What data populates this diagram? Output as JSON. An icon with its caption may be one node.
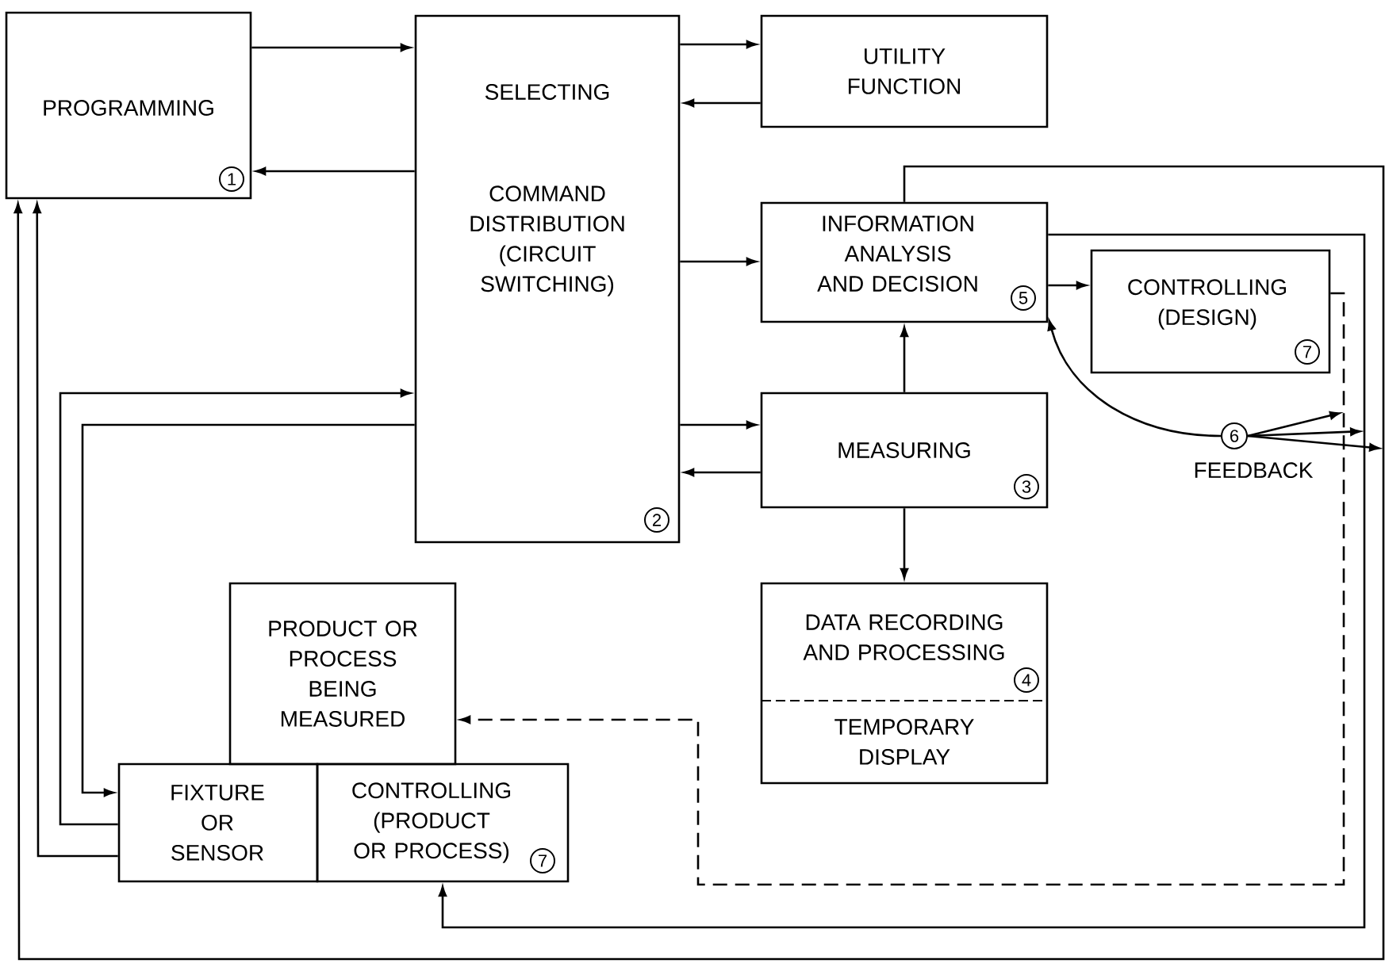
{
  "diagram": {
    "nodes": [
      {
        "text": [
          "PROGRAMMING",
          "1"
        ]
      },
      {
        "text": [
          "SELECTING",
          "COMMAND DISTRIBUTION (CIRCUIT SWITCHING)",
          "2"
        ]
      },
      {
        "text": [
          "UTILITY FUNCTION"
        ]
      },
      {
        "text": [
          "INFORMATION ANALYSIS AND DECISION",
          "5"
        ]
      },
      {
        "text": [
          "CONTROLLING (DESIGN)",
          "7"
        ]
      },
      {
        "text": [
          "MEASURING",
          "3"
        ]
      },
      {
        "text": [
          "DATA RECORDING AND PROCESSING",
          "4",
          "TEMPORARY DISPLAY"
        ]
      },
      {
        "text": [
          "PRODUCT OR PROCESS BEING MEASURED"
        ]
      },
      {
        "text": [
          "FIXTURE OR SENSOR"
        ]
      },
      {
        "text": [
          "CONTROLLING (PRODUCT OR PROCESS)",
          "7"
        ]
      },
      {
        "text": [
          "6"
        ],
        "beside": [
          "FEEDBACK"
        ]
      }
    ],
    "edges": [
      {
        "from": 0,
        "to": 1,
        "arrow": "to"
      },
      {
        "from": 1,
        "to": 0,
        "arrow": "to"
      },
      {
        "from": 1,
        "to": 2,
        "arrow": "to"
      },
      {
        "from": 2,
        "to": 1,
        "arrow": "to"
      },
      {
        "from": 1,
        "to": 3,
        "arrow": "to"
      },
      {
        "from": 1,
        "to": 5,
        "arrow": "to"
      },
      {
        "from": 5,
        "to": 1,
        "arrow": "to"
      },
      {
        "from": 5,
        "to": 3,
        "arrow": "to"
      },
      {
        "from": 5,
        "to": 6,
        "arrow": "to"
      },
      {
        "from": 3,
        "to": 4,
        "arrow": "to"
      },
      {
        "from": 10,
        "to": 3,
        "arrow": "to"
      },
      {
        "from": 1,
        "to": 8,
        "arrow": "to"
      },
      {
        "from": 8,
        "to": 1,
        "arrow": "to"
      },
      {
        "from": 8,
        "to": 0,
        "arrow": "to"
      },
      {
        "from": 3,
        "to": 0,
        "arrow": "to"
      },
      {
        "from": 3,
        "to": 9,
        "arrow": "to"
      },
      {
        "from": 4,
        "to": 7,
        "arrow": "to",
        "style": "dashed"
      },
      {
        "from": 10,
        "to": null,
        "arrow": "to"
      },
      {
        "from": 10,
        "to": null,
        "arrow": "to"
      },
      {
        "from": 10,
        "to": null,
        "arrow": "to"
      }
    ]
  }
}
